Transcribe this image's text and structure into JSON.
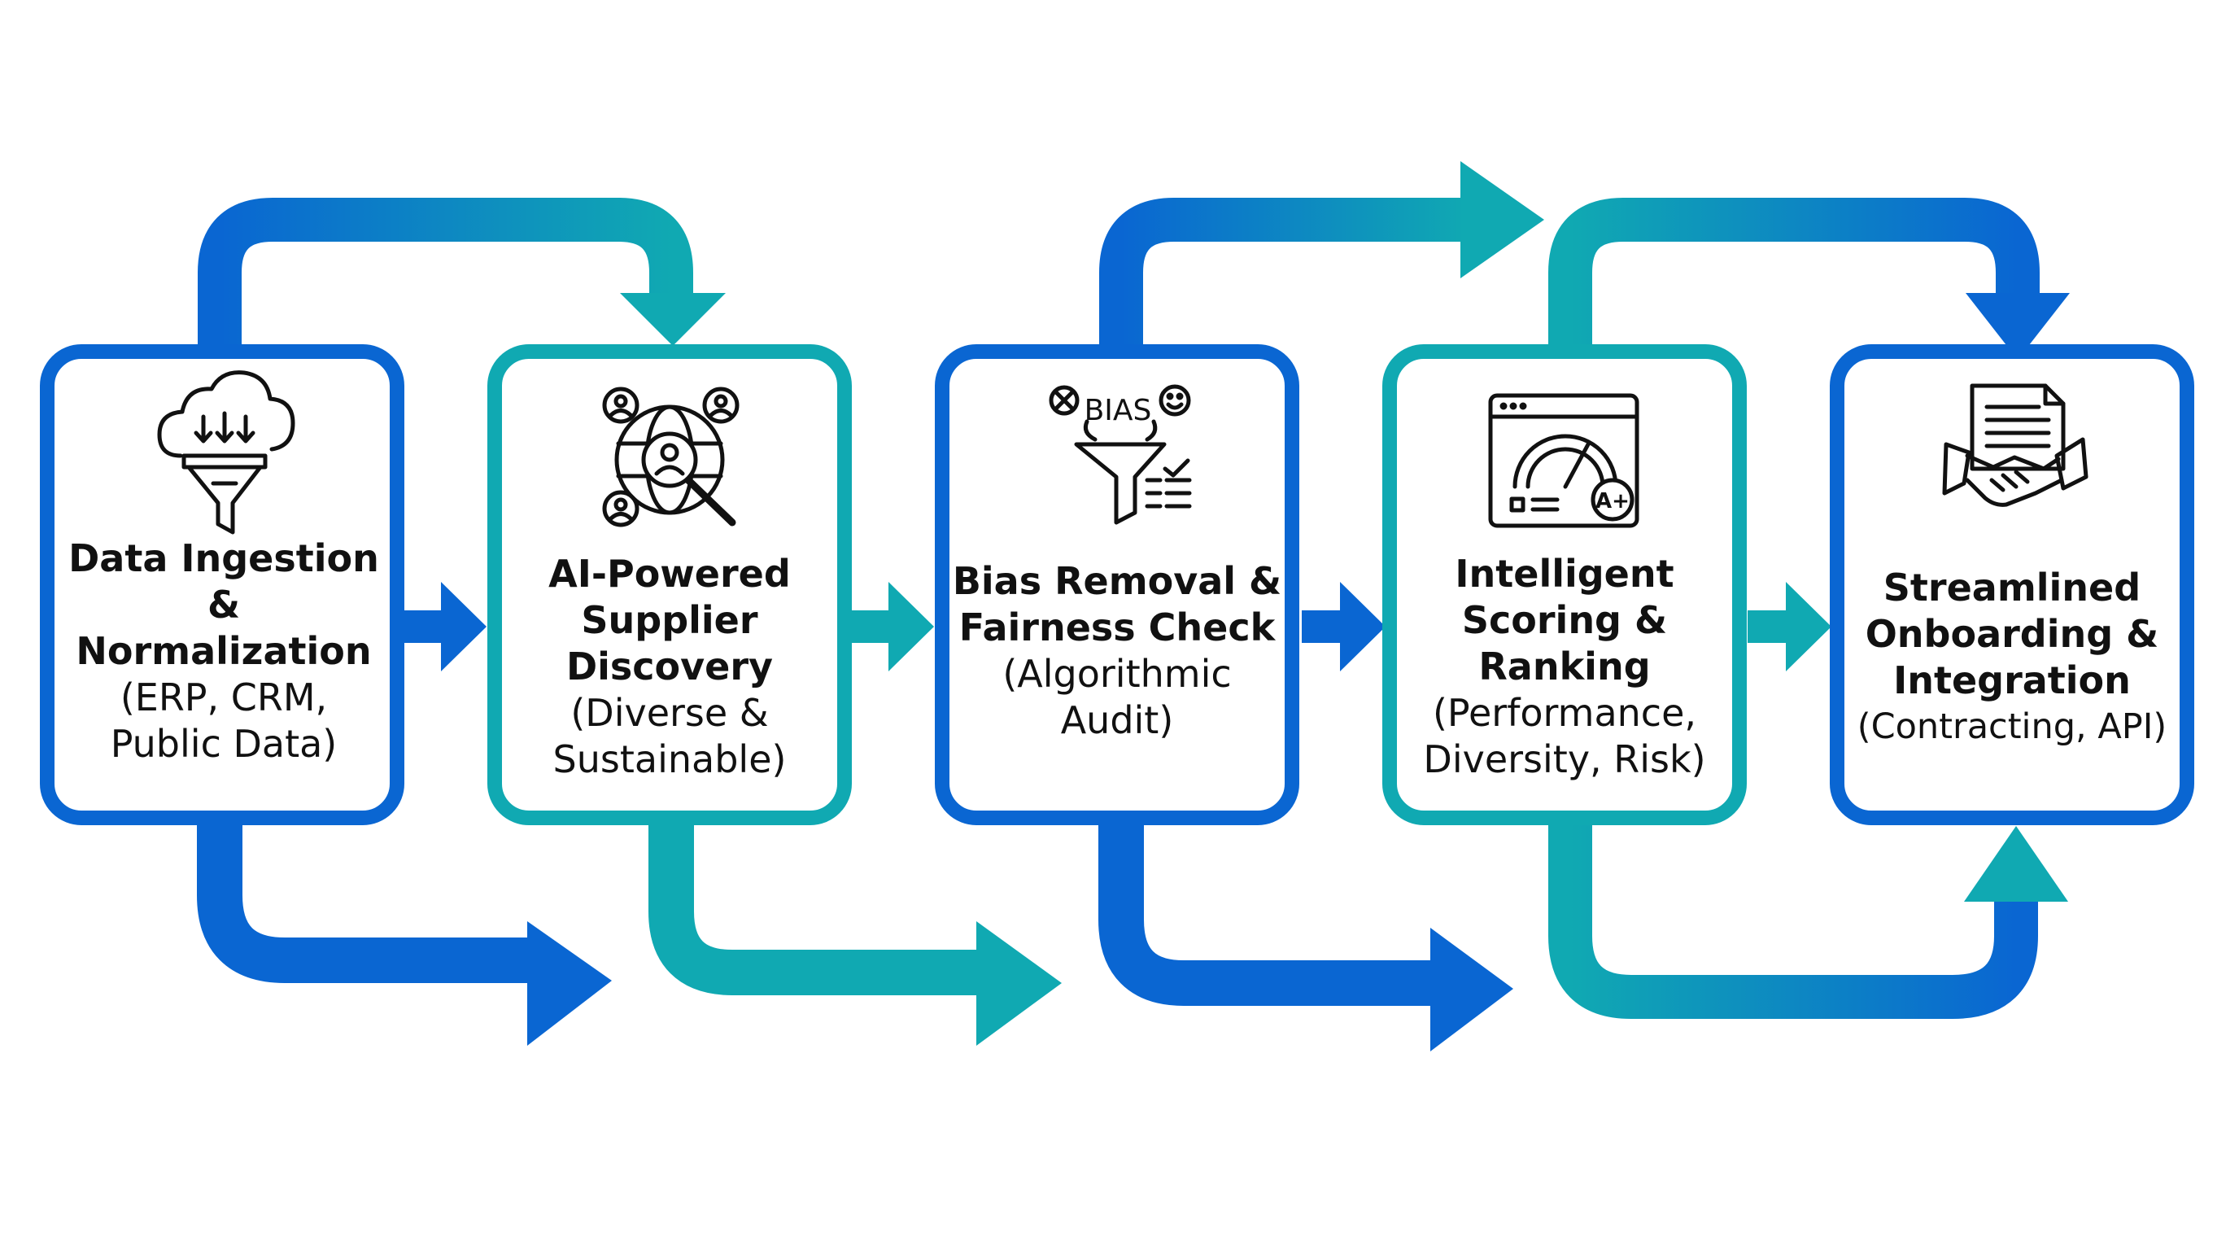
{
  "colors": {
    "blue": "#0a66d2",
    "teal": "#10a9b2"
  },
  "stages": [
    {
      "title_lines": [
        "Data Ingestion &",
        "Normalization"
      ],
      "detail_lines": [
        "(ERP, CRM,",
        "Public Data)"
      ],
      "icon": "cloud-funnel-icon",
      "color": "blue"
    },
    {
      "title_lines": [
        "AI-Powered",
        "Supplier",
        "Discovery"
      ],
      "detail_lines": [
        "(Diverse &",
        "Sustainable)"
      ],
      "icon": "globe-search-people-icon",
      "color": "teal"
    },
    {
      "title_lines": [
        "Bias Removal &",
        "Fairness Check"
      ],
      "detail_lines": [
        "(Algorithmic",
        "Audit)"
      ],
      "icon": "bias-filter-icon",
      "icon_text": "BIAS",
      "color": "blue"
    },
    {
      "title_lines": [
        "Intelligent",
        "Scoring &",
        "Ranking"
      ],
      "detail_lines": [
        "(Performance,",
        "Diversity, Risk)"
      ],
      "icon": "scoring-gauge-icon",
      "icon_text": "A+",
      "color": "teal"
    },
    {
      "title_lines": [
        "Streamlined",
        "Onboarding &",
        "Integration"
      ],
      "detail_lines": [
        "(Contracting, API)"
      ],
      "icon": "handshake-contract-icon",
      "color": "blue"
    }
  ]
}
